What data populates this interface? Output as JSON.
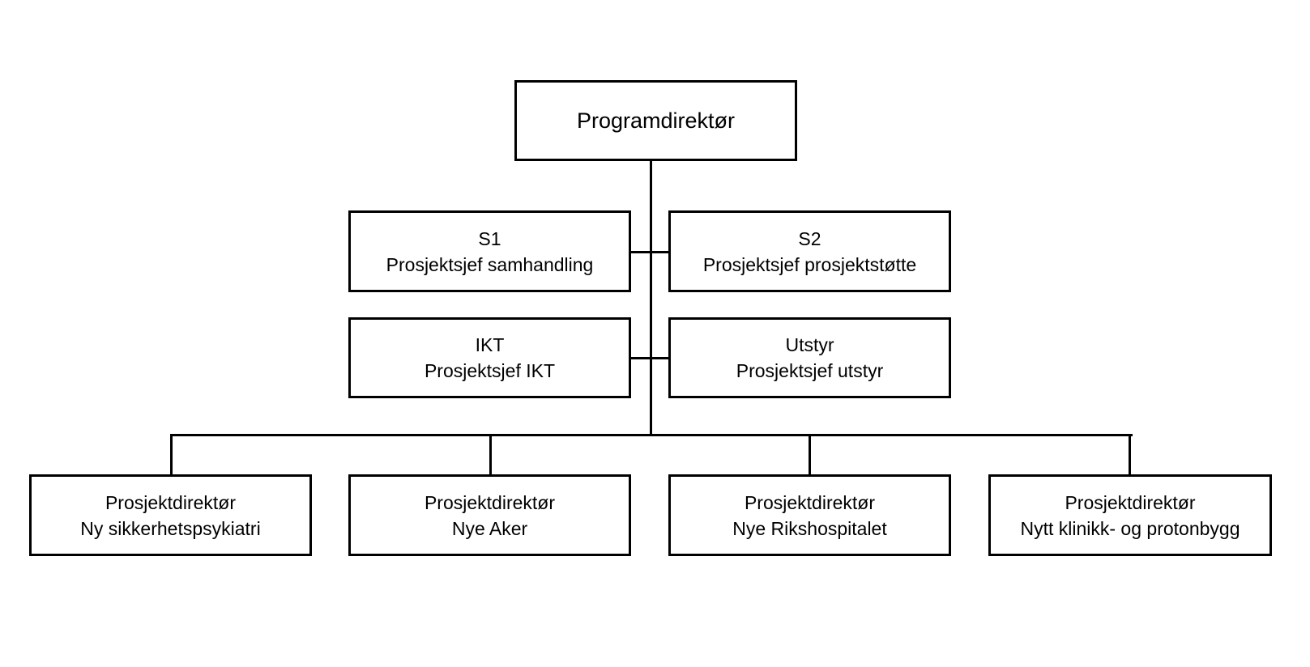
{
  "org_chart": {
    "root": {
      "title": "Programdirektør"
    },
    "staff": [
      {
        "code": "S1",
        "title": "Prosjektsjef samhandling"
      },
      {
        "code": "S2",
        "title": "Prosjektsjef prosjektstøtte"
      },
      {
        "code": "IKT",
        "title": "Prosjektsjef IKT"
      },
      {
        "code": "Utstyr",
        "title": "Prosjektsjef utstyr"
      }
    ],
    "projects": [
      {
        "role": "Prosjektdirektør",
        "name": "Ny sikkerhetspsykiatri"
      },
      {
        "role": "Prosjektdirektør",
        "name": "Nye Aker"
      },
      {
        "role": "Prosjektdirektør",
        "name": "Nye Rikshospitalet"
      },
      {
        "role": "Prosjektdirektør",
        "name": "Nytt klinikk- og protonbygg"
      }
    ]
  }
}
